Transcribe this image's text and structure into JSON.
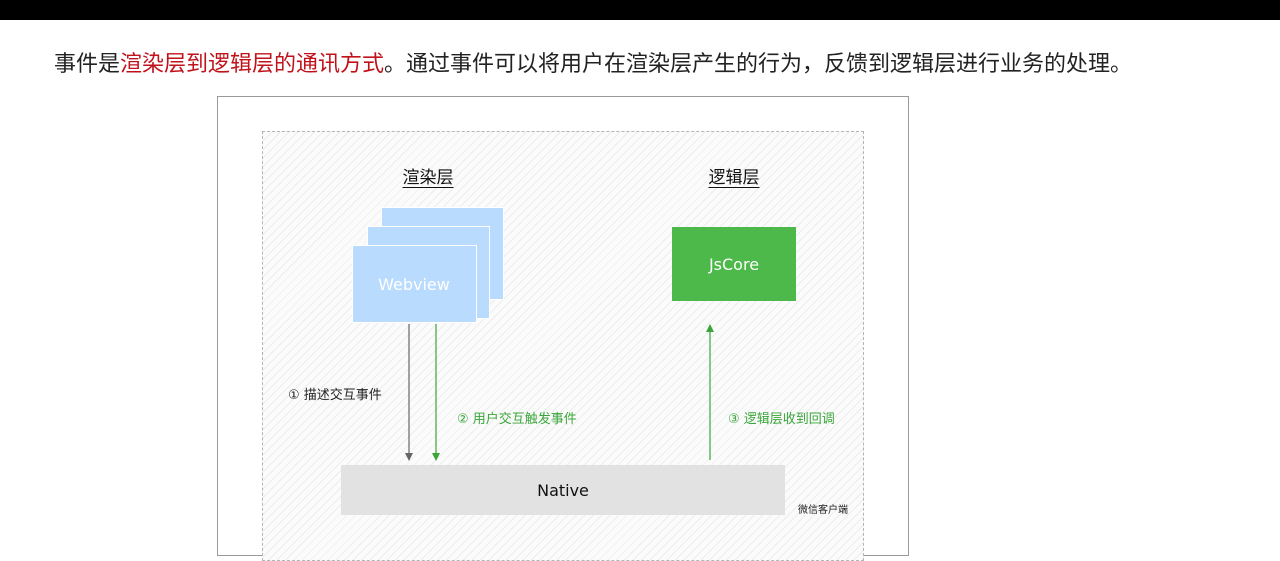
{
  "intro": {
    "prefix": "事件是",
    "highlight": "渲染层到逻辑层的通讯方式",
    "suffix": "。通过事件可以将用户在渲染层产生的行为，反馈到逻辑层进行业务的处理。"
  },
  "diagram": {
    "render_layer_title": "渲染层",
    "logic_layer_title": "逻辑层",
    "webview_label": "Webview",
    "jscore_label": "JsCore",
    "native_label": "Native",
    "client_label": "微信客户端",
    "step1": "① 描述交互事件",
    "step2": "② 用户交互触发事件",
    "step3": "③ 逻辑层收到回调",
    "colors": {
      "highlight": "#c0121b",
      "webview": "#b9dbfe",
      "jscore": "#4cb94a",
      "native": "#e2e2e2",
      "arrow_gray": "#666666",
      "arrow_green": "#3aa63a"
    }
  }
}
